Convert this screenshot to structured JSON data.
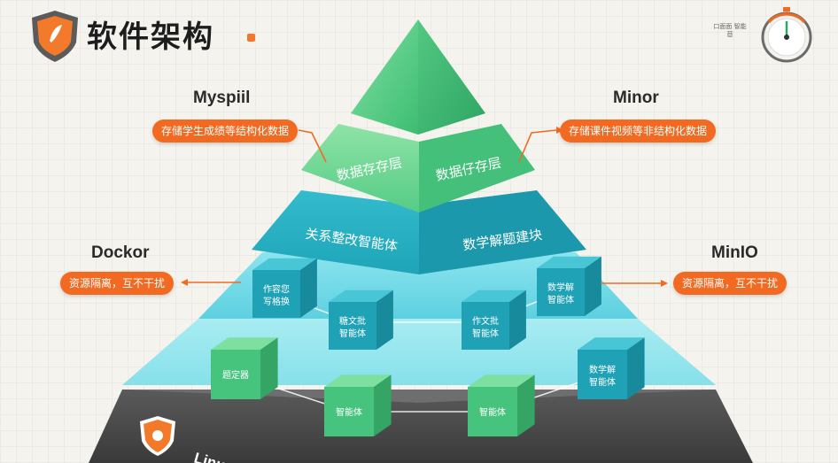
{
  "header": {
    "title": "软件架构",
    "mini_logo_text": "口面面 智能\n苣"
  },
  "colors": {
    "accent": "#f26a22",
    "green": "#3fc07a",
    "teal": "#2ab3c4",
    "cyan": "#5fd0de",
    "dark": "#4a4a4a"
  },
  "left": {
    "top_name": "Myspiil",
    "top_tag": "存储学生成绩等结构化数据",
    "bottom_name": "Dockor",
    "bottom_tag": "资源隔离，互不干扰"
  },
  "right": {
    "top_name": "Minor",
    "top_tag": "存储课件视频等非结构化数据",
    "bottom_name": "MinIO",
    "bottom_tag": "资源隔离，互不干扰"
  },
  "pyramid": {
    "layer2_left": "数据存存层",
    "layer2_right": "数据仔存层",
    "layer3_left": "关系整改智能体",
    "layer3_right": "数学解题建块",
    "cubes_row1": [
      {
        "line1": "作容您",
        "line2": "写格换"
      },
      {
        "line1": "糖文批",
        "line2": "智能体"
      },
      {
        "line1": "作文批",
        "line2": "智能体"
      },
      {
        "line1": "数学解",
        "line2": "智能体"
      }
    ],
    "cubes_row2": [
      {
        "line1": "题定器",
        "line2": ""
      },
      {
        "line1": "智能体",
        "line2": ""
      },
      {
        "line1": "智能体",
        "line2": ""
      },
      {
        "line1": "数学解",
        "line2": "智能体"
      }
    ],
    "base_label": "Linu"
  }
}
